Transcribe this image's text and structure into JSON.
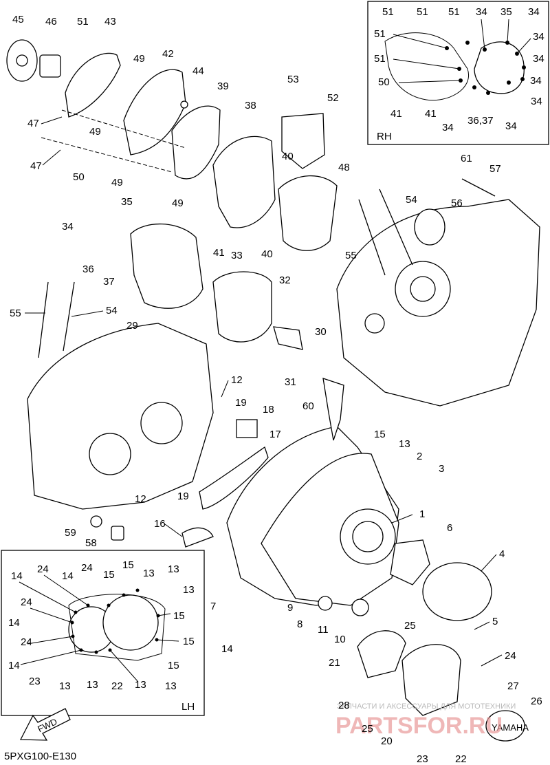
{
  "diagram_code": "5PXG100-E130",
  "inset_rh": {
    "label": "RH",
    "callouts": [
      "51",
      "51",
      "51",
      "34",
      "35",
      "34",
      "51",
      "34",
      "51",
      "34",
      "50",
      "34",
      "41",
      "41",
      "34",
      "36,37",
      "34",
      "34"
    ]
  },
  "inset_lh": {
    "label": "LH",
    "callouts": [
      "14",
      "24",
      "14",
      "24",
      "15",
      "15",
      "13",
      "13",
      "13",
      "24",
      "15",
      "14",
      "15",
      "24",
      "14",
      "23",
      "13",
      "13",
      "22",
      "13",
      "13",
      "15"
    ]
  },
  "fwd_label": "FWD",
  "watermark": {
    "line1": "ЗАПЧАСТИ И АКСЕССУАРЫ ДЛЯ МОТОТЕХНИКИ",
    "line2": "PARTSFOR.RU"
  },
  "cover_badge_text": "YAMAHA",
  "parts": {
    "p1": "1",
    "p2": "2",
    "p3": "3",
    "p4": "4",
    "p5": "5",
    "p6": "6",
    "p7": "7",
    "p8": "8",
    "p9": "9",
    "p10": "10",
    "p11": "11",
    "p12a": "12",
    "p12b": "12",
    "p13": "13",
    "p14": "14",
    "p15a": "15",
    "p15b": "15",
    "p16": "16",
    "p17": "17",
    "p18": "18",
    "p19a": "19",
    "p19b": "19",
    "p20": "20",
    "p21": "21",
    "p22": "22",
    "p23": "23",
    "p24": "24",
    "p25a": "25",
    "p25b": "25",
    "p26": "26",
    "p27": "27",
    "p28": "28",
    "p29": "29",
    "p30": "30",
    "p31": "31",
    "p32": "32",
    "p33": "33",
    "p34": "34",
    "p35": "35",
    "p36": "36",
    "p37": "37",
    "p38": "38",
    "p39": "39",
    "p40a": "40",
    "p40b": "40",
    "p41": "41",
    "p42": "42",
    "p43": "43",
    "p44": "44",
    "p45": "45",
    "p46": "46",
    "p47a": "47",
    "p47b": "47",
    "p48": "48",
    "p49a": "49",
    "p49b": "49",
    "p49c": "49",
    "p49d": "49",
    "p50": "50",
    "p51": "51",
    "p52": "52",
    "p53": "53",
    "p54a": "54",
    "p54b": "54",
    "p55a": "55",
    "p55b": "55",
    "p56": "56",
    "p57": "57",
    "p58": "58",
    "p59": "59",
    "p60": "60",
    "p61": "61"
  }
}
